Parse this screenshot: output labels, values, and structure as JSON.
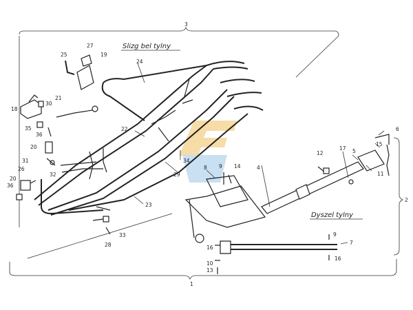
{
  "titles": {
    "rear_beam": "Slizg bel tylny",
    "drawbar": "Dyszel tylny"
  },
  "numbers": {
    "n1": "1",
    "n2": "2",
    "n3": "3",
    "n4": "4",
    "n5": "5",
    "n6": "6",
    "n7": "7",
    "n8": "8",
    "n9a": "9",
    "n9b": "9",
    "n10": "10",
    "n11": "11",
    "n12": "12",
    "n13": "13",
    "n14": "14",
    "n15": "15",
    "n16a": "16",
    "n16b": "16",
    "n17": "17",
    "n18": "18",
    "n19": "19",
    "n20a": "20",
    "n20b": "20",
    "n21": "21",
    "n22": "22",
    "n23": "23",
    "n24": "24",
    "n25": "25",
    "n26": "26",
    "n27": "27",
    "n28": "28",
    "n29": "29",
    "n30": "30",
    "n31": "31",
    "n32": "32",
    "n33": "33",
    "n34": "34",
    "n35": "35",
    "n36a": "36",
    "n36b": "36"
  },
  "colors": {
    "line": "#222222",
    "watermark_yellow": "#f0c060",
    "watermark_blue": "#9ec7e8"
  }
}
